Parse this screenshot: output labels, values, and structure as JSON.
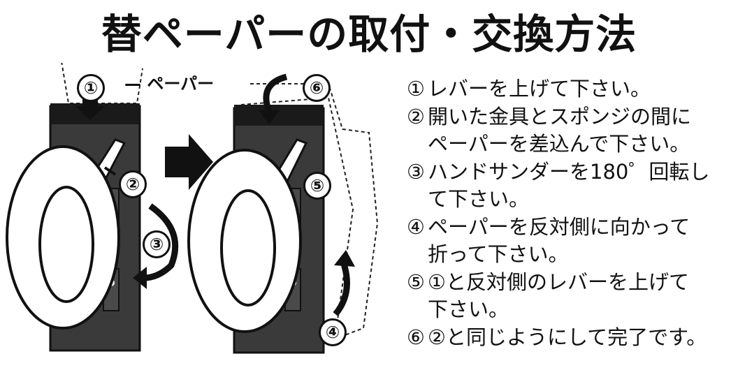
{
  "title": "替ペーパーの取付・交換方法",
  "illustration": {
    "paper_label": "ペーパー",
    "markers": [
      "②",
      "①",
      "③",
      "⑥",
      "⑤",
      "④"
    ]
  },
  "steps": [
    {
      "num": "①",
      "lines": [
        "レバーを上げて下さい。"
      ]
    },
    {
      "num": "②",
      "lines": [
        "開いた金具とスポンジの間に",
        "ペーパーを差込んで下さい。"
      ]
    },
    {
      "num": "③",
      "lines": [
        "ハンドサンダーを180゜回転し",
        "て下さい。"
      ]
    },
    {
      "num": "④",
      "lines": [
        "ペーパーを反対側に向かって",
        "折って下さい。"
      ]
    },
    {
      "num": "⑤",
      "lines": [
        "①と反対側のレバーを上げて",
        "下さい。"
      ]
    },
    {
      "num": "⑥",
      "lines": [
        "②と同じようにして完了です。"
      ]
    }
  ]
}
